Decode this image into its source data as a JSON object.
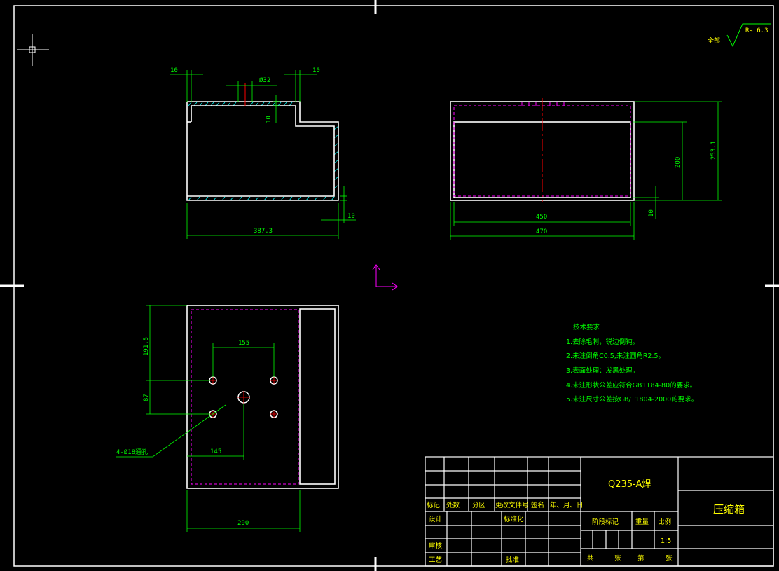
{
  "colors": {
    "background": "#000000",
    "outline": "#ffffff",
    "dimension": "#00ff00",
    "hidden": "#ff00ff",
    "center": "#ff0000",
    "hatch": "#00ffff",
    "text_yellow": "#ffff00"
  },
  "surface_finish": {
    "prefix": "全部",
    "value": "Ra 6.3"
  },
  "front_view": {
    "dim_left_top": "10",
    "dim_right_top": "10",
    "dim_hole": "Ø32",
    "dim_step": "10",
    "dim_bottom_right": "10",
    "dim_width": "387.3"
  },
  "side_view": {
    "dim_inner_width": "450",
    "dim_outer_width": "470",
    "dim_inner_height": "200",
    "dim_total_height": "253.1",
    "dim_bottom": "10"
  },
  "top_view": {
    "dim_top_offset": "191.5",
    "dim_hole_spacing_v": "87",
    "dim_hole_spacing_h": "155",
    "dim_center_offset": "145",
    "dim_width": "290",
    "hole_note": "4-Ø18通孔"
  },
  "tech_requirements": {
    "title": "技术要求",
    "items": [
      "1.去除毛刺，锐边倒钝。",
      "2.未注倒角C0.5,未注圆角R2.5。",
      "3.表面处理：发黑处理。",
      "4.未注形状公差应符合GB1184-80的要求。",
      "5.未注尺寸公差按GB/T1804-2000的要求。"
    ]
  },
  "title_block": {
    "material": "Q235-A焊",
    "part_name": "压缩箱",
    "headers": [
      "标记",
      "处数",
      "分区",
      "更改文件号",
      "签名",
      "年、月、日"
    ],
    "design": "设计",
    "standardize": "标准化",
    "review": "审核",
    "process": "工艺",
    "approve": "批准",
    "stage_mark": "阶段标记",
    "weight": "重量",
    "scale_label": "比例",
    "scale_value": "1:5",
    "total": "共",
    "sheets": "张",
    "sheet_no": "第",
    "sheet_of": "张"
  }
}
